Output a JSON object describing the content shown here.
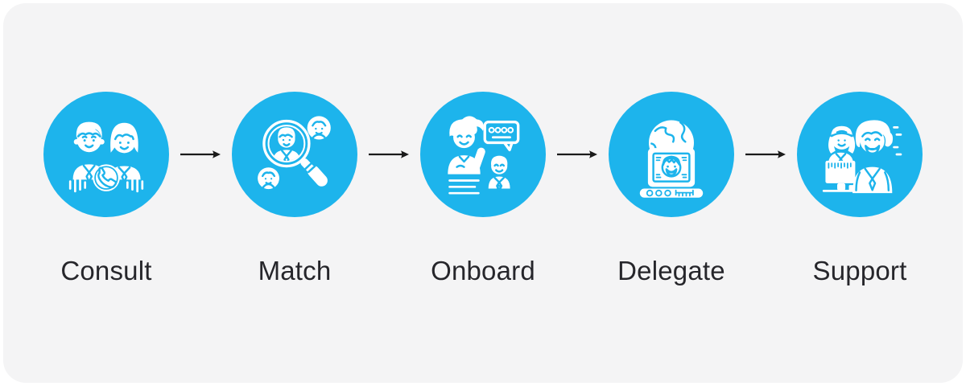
{
  "page": {
    "background": "#ffffff",
    "card_background": "#f4f4f5",
    "type": "process-flow-diagram"
  },
  "theme": {
    "accent_blue": "#1db4ec",
    "icon_color": "#ffffff",
    "label_color": "#26262b",
    "arrow_color": "#1a1a1a"
  },
  "steps": [
    {
      "label": "Consult",
      "icon": "consult-people-phone-icon"
    },
    {
      "label": "Match",
      "icon": "match-magnifier-candidates-icon"
    },
    {
      "label": "Onboard",
      "icon": "onboard-welcome-chat-icon"
    },
    {
      "label": "Delegate",
      "icon": "delegate-laptop-globe-icon"
    },
    {
      "label": "Support",
      "icon": "support-agents-icon"
    }
  ],
  "connector": {
    "type": "arrow-right",
    "count": 4
  }
}
